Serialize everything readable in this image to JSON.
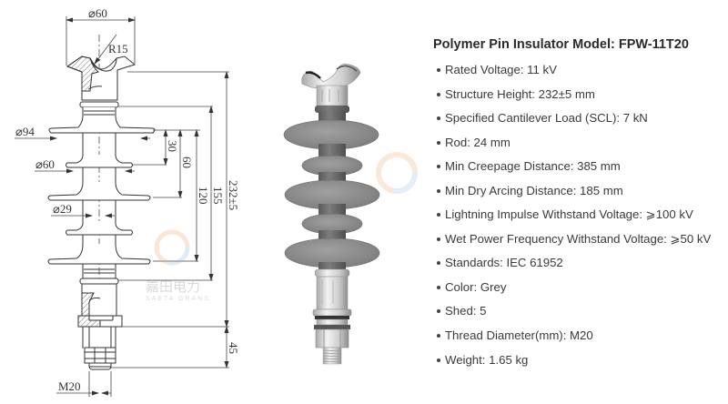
{
  "drawing": {
    "labels": {
      "top_diameter": "⌀60",
      "radius": "R15",
      "large_shed_diameter": "⌀94",
      "small_shed_diameter": "⌀60",
      "core_diameter": "⌀29",
      "thread": "M20",
      "dim_30": "30",
      "dim_60": "60",
      "dim_120": "120",
      "dim_155": "155",
      "dim_232": "232±5",
      "dim_45": "45"
    }
  },
  "photo": {
    "description": "Grey polymer pin insulator with 5 sheds, metal top cradle and threaded bottom stud",
    "colors": {
      "shed": "#8c8c8c",
      "core": "#6e6e6e",
      "metal": "#d6d6d6"
    }
  },
  "watermark": {
    "text_cn": "嘉田电力",
    "text_en": "SAETA GRANS"
  },
  "specs": {
    "title": "Polymer Pin Insulator Model: FPW-11T20",
    "items": [
      {
        "label": "Rated Voltage: 11 kV"
      },
      {
        "label": "Structure Height: 232±5 mm"
      },
      {
        "label": "Specified Cantilever Load (SCL): 7 kN"
      },
      {
        "label": "Rod: 24 mm"
      },
      {
        "label": "Min Creepage Distance: 385 mm"
      },
      {
        "label": "Min Dry Arcing Distance: 185 mm"
      },
      {
        "label": "Lightning Impulse Withstand Voltage: ⩾100 kV"
      },
      {
        "label": "Wet Power Frequency Withstand Voltage: ⩾50 kV"
      },
      {
        "label": "Standards: IEC 61952"
      },
      {
        "label": "Color: Grey"
      },
      {
        "label": "Shed: 5"
      },
      {
        "label": "Thread Diameter(mm): M20"
      },
      {
        "label": "Weight: 1.65 kg"
      }
    ]
  }
}
